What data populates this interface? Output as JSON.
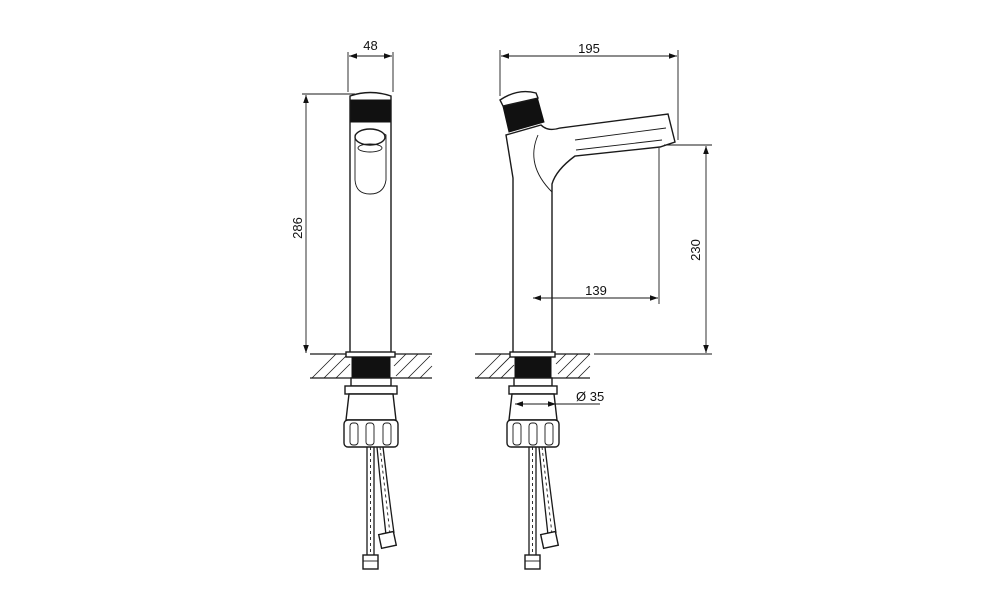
{
  "dimensions": {
    "width_label": "48",
    "height_label": "286",
    "reach_label": "195",
    "spout_height_label": "230",
    "spout_reach_label": "139",
    "diameter_label": "Ø 35"
  }
}
